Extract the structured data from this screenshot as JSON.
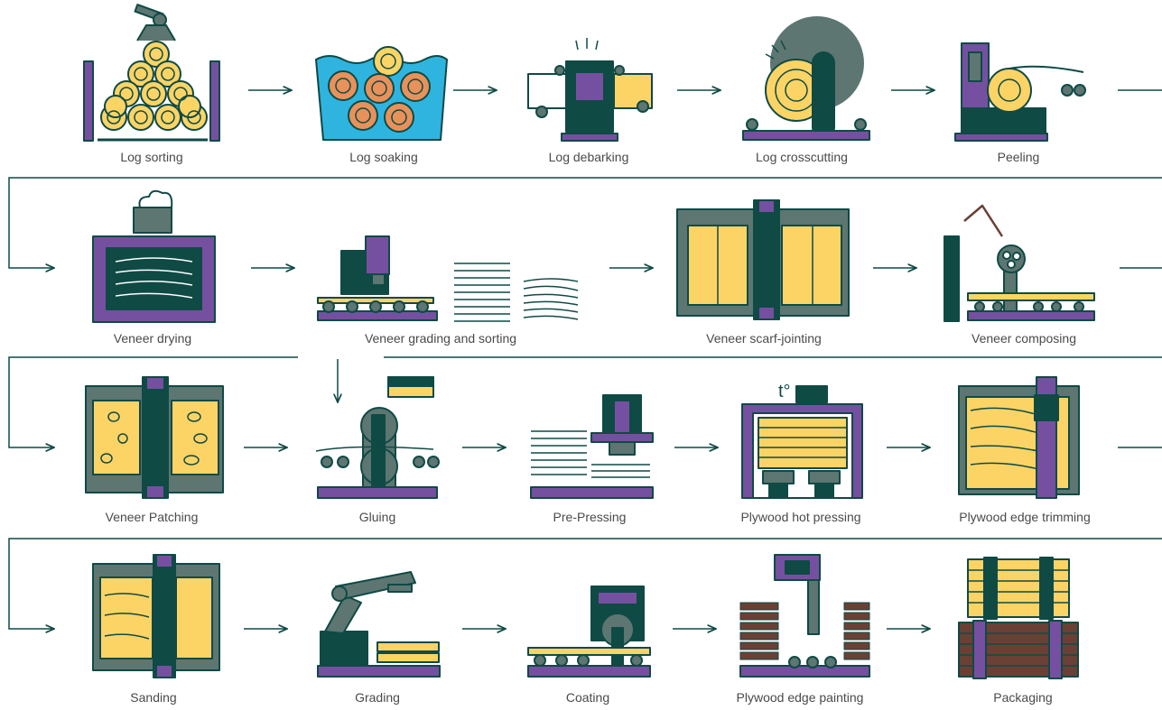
{
  "colors": {
    "dark_green": "#0f4a45",
    "purple": "#7550a0",
    "yellow": "#fcd466",
    "orange": "#e8915a",
    "water": "#2fb4df",
    "gray": "#5d7672",
    "brown": "#6b4034",
    "cream": "#fff4cc"
  },
  "steps": [
    {
      "label": "Log sorting",
      "icon": "log-sorting-icon"
    },
    {
      "label": "Log soaking",
      "icon": "log-soaking-icon"
    },
    {
      "label": "Log debarking",
      "icon": "log-debarking-icon"
    },
    {
      "label": "Log crosscutting",
      "icon": "log-crosscutting-icon"
    },
    {
      "label": "Peeling",
      "icon": "peeling-icon"
    },
    {
      "label": "Veneer drying",
      "icon": "veneer-drying-icon"
    },
    {
      "label": "Veneer grading and sorting",
      "icon": "veneer-grading-icon"
    },
    {
      "label": "Veneer scarf-jointing",
      "icon": "scarf-jointing-icon"
    },
    {
      "label": "Veneer composing",
      "icon": "veneer-composing-icon"
    },
    {
      "label": "Veneer Patching",
      "icon": "veneer-patching-icon"
    },
    {
      "label": "Gluing",
      "icon": "gluing-icon"
    },
    {
      "label": "Pre-Pressing",
      "icon": "pre-pressing-icon"
    },
    {
      "label": "Plywood hot pressing",
      "icon": "hot-pressing-icon"
    },
    {
      "label": "Plywood edge trimming",
      "icon": "edge-trimming-icon"
    },
    {
      "label": "Sanding",
      "icon": "sanding-icon"
    },
    {
      "label": "Grading",
      "icon": "grading-icon"
    },
    {
      "label": "Coating",
      "icon": "coating-icon"
    },
    {
      "label": "Plywood edge painting",
      "icon": "edge-painting-icon"
    },
    {
      "label": "Packaging",
      "icon": "packaging-icon"
    }
  ],
  "hot_press_symbol": "t°"
}
